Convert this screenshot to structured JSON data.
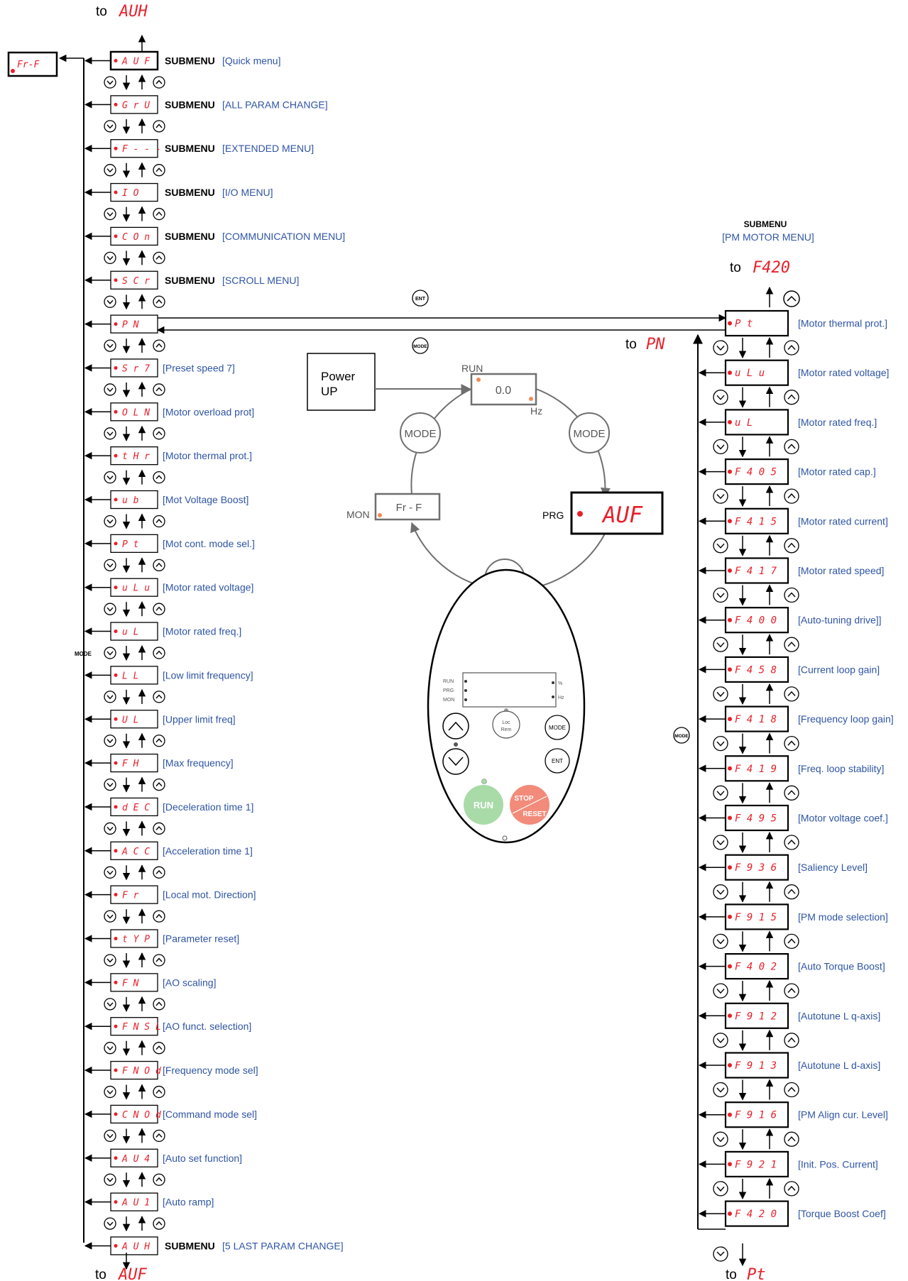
{
  "colors": {
    "code": "#e8202a",
    "label": "#2f55a4",
    "line": "#000000",
    "cycle": "#6f6f6f",
    "run_btn": "#a8dba8",
    "stop_btn": "#f28b7a"
  },
  "left": {
    "top_target_prefix": "to",
    "top_target_code": "AUH",
    "bottom_target_prefix": "to",
    "bottom_target_code": "AUF",
    "side_display": "Fr-F",
    "submenu_word": "SUBMENU",
    "items": [
      {
        "code": "AUF",
        "label": "[Quick menu]",
        "submenu": true,
        "thick": true
      },
      {
        "code": "GrU",
        "label": "[ALL PARAM CHANGE]",
        "submenu": true
      },
      {
        "code": "F---",
        "label": "[EXTENDED MENU]",
        "submenu": true
      },
      {
        "code": "IO",
        "label": "[I/O MENU]",
        "submenu": true
      },
      {
        "code": "COn",
        "label": "[COMMUNICATION MENU]",
        "submenu": true
      },
      {
        "code": "SCr",
        "label": "[SCROLL MENU]",
        "submenu": true
      },
      {
        "code": "PN",
        "label": "",
        "submenu": false
      },
      {
        "code": "Sr7",
        "label": "[Preset speed 7]",
        "submenu": false
      },
      {
        "code": "OLN",
        "label": "[Motor overload prot]",
        "submenu": false
      },
      {
        "code": "tHr",
        "label": "[Motor thermal prot.]",
        "submenu": false
      },
      {
        "code": "ub",
        "label": "[Mot Voltage Boost]",
        "submenu": false
      },
      {
        "code": "Pt",
        "label": "[Mot cont. mode sel.]",
        "submenu": false
      },
      {
        "code": "uLu",
        "label": "[Motor rated voltage]",
        "submenu": false
      },
      {
        "code": "uL",
        "label": "[Motor rated freq.]",
        "submenu": false
      },
      {
        "code": "LL",
        "label": "[Low limit frequency]",
        "submenu": false
      },
      {
        "code": "UL",
        "label": "[Upper limit freq]",
        "submenu": false
      },
      {
        "code": "FH",
        "label": "[Max frequency]",
        "submenu": false
      },
      {
        "code": "dEC",
        "label": "[Deceleration time 1]",
        "submenu": false
      },
      {
        "code": "ACC",
        "label": "[Acceleration time 1]",
        "submenu": false
      },
      {
        "code": "Fr",
        "label": "[Local mot. Direction]",
        "submenu": false
      },
      {
        "code": "tYP",
        "label": "[Parameter reset]",
        "submenu": false
      },
      {
        "code": "FN",
        "label": "[AO scaling]",
        "submenu": false
      },
      {
        "code": "FNSL",
        "label": "[AO funct. selection]",
        "submenu": false
      },
      {
        "code": "FNOd",
        "label": "[Frequency mode sel]",
        "submenu": false
      },
      {
        "code": "CNOd",
        "label": "[Command mode sel]",
        "submenu": false
      },
      {
        "code": "AU4",
        "label": "[Auto set function]",
        "submenu": false
      },
      {
        "code": "AU1",
        "label": "[Auto ramp]",
        "submenu": false
      },
      {
        "code": "AUH",
        "label": "[5 LAST PARAM CHANGE]",
        "submenu": true
      }
    ]
  },
  "right": {
    "header_line1": "SUBMENU",
    "header_line2": "[PM MOTOR MENU]",
    "top_target_prefix": "to",
    "top_target_code": "F420",
    "bottom_target_prefix": "to",
    "bottom_target_code": "Pt",
    "to_pn_prefix": "to",
    "to_pn_code": "PN",
    "items": [
      {
        "code": "Pt",
        "label": "[Motor thermal prot.]"
      },
      {
        "code": "uLu",
        "label": "[Motor rated voltage]"
      },
      {
        "code": "uL",
        "label": "[Motor rated freq.]"
      },
      {
        "code": "F405",
        "label": "[Motor rated cap.]"
      },
      {
        "code": "F415",
        "label": "[Motor rated current]"
      },
      {
        "code": "F417",
        "label": "[Motor rated speed]"
      },
      {
        "code": "F400",
        "label": "[Auto-tuning drive]]"
      },
      {
        "code": "F458",
        "label": "[Current loop gain]"
      },
      {
        "code": "F418",
        "label": "[Frequency loop gain]"
      },
      {
        "code": "F419",
        "label": "[Freq. loop stability]"
      },
      {
        "code": "F495",
        "label": "[Motor voltage coef.]"
      },
      {
        "code": "F936",
        "label": "[Saliency Level]"
      },
      {
        "code": "F915",
        "label": "[PM mode selection]"
      },
      {
        "code": "F402",
        "label": "[Auto Torque Boost]"
      },
      {
        "code": "F912",
        "label": "[Autotune L q-axis]"
      },
      {
        "code": "F913",
        "label": "[Autotune L d-axis]"
      },
      {
        "code": "F916",
        "label": "[PM Align cur. Level]"
      },
      {
        "code": "F921",
        "label": "[Init. Pos. Current]"
      },
      {
        "code": "F420",
        "label": "[Torque Boost Coef]"
      }
    ]
  },
  "buttons": {
    "mode": "MODE",
    "ent": "ENT"
  },
  "cycle": {
    "power_up_line1": "Power",
    "power_up_line2": "UP",
    "run_label": "RUN",
    "run_value": "0.0",
    "hz_label": "Hz",
    "mon_label": "MON",
    "mon_value": "Fr - F",
    "prg_label": "PRG",
    "prg_value": "AUF",
    "mode_label": "MODE"
  },
  "keypad": {
    "run_led": "RUN",
    "prg_led": "PRG",
    "mon_led": "MON",
    "pct": "%",
    "hz": "Hz",
    "loc": "Loc",
    "rem": "Rem",
    "mode": "MODE",
    "ent": "ENT",
    "run_btn": "RUN",
    "stop": "STOP",
    "reset": "RESET"
  }
}
